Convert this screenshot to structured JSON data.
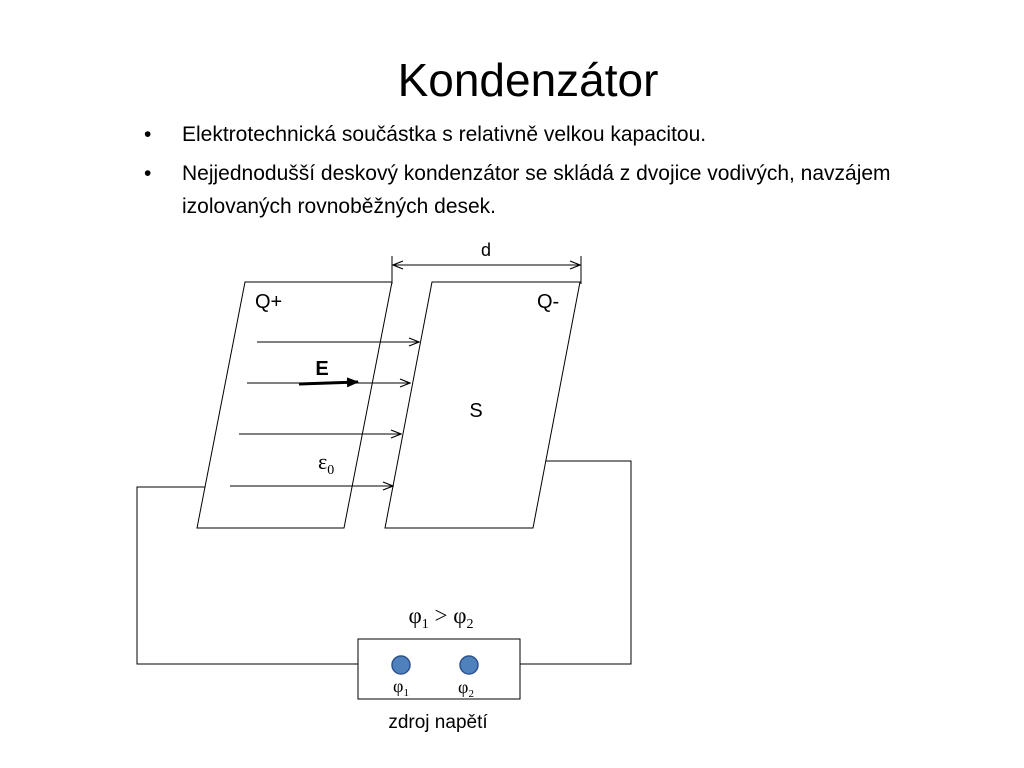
{
  "slide": {
    "title": "Kondenzátor",
    "bullets": [
      "Elektrotechnická součástka s relativně velkou kapacitou.",
      "Nejjednodušší deskový kondenzátor se skládá z dvojice vodivých, navzájem izolovaných rovnoběžných desek."
    ],
    "bullet_glyph": "•"
  },
  "diagram": {
    "distance_label": "d",
    "plate_left_label": "Q+",
    "plate_right_label": "Q-",
    "field_label": "E",
    "area_label": "S",
    "permittivity_symbol": "ε",
    "permittivity_sub": "0",
    "potential_relation": {
      "phi": "φ",
      "sub_left": "1",
      "op": " > ",
      "sub_right": "2"
    },
    "terminal_left": {
      "phi": "φ",
      "sub": "1"
    },
    "terminal_right": {
      "phi": "φ",
      "sub": "2"
    },
    "source_label": "zdroj napětí",
    "terminal_color": "#4f81bd"
  }
}
